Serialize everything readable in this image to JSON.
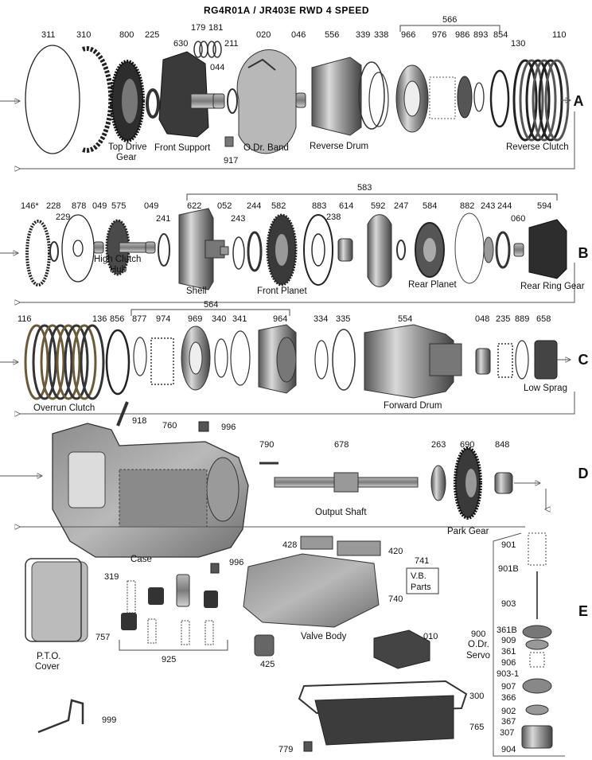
{
  "title": "RG4R01A / JR403E  RWD  4 SPEED",
  "rows": [
    "A",
    "B",
    "C",
    "D",
    "E"
  ],
  "row_a": {
    "numbers": [
      "311",
      "310",
      "800",
      "225",
      "630",
      "179",
      "181",
      "211",
      "044",
      "020",
      "046",
      "556",
      "339",
      "338",
      "966",
      "976",
      "986",
      "893",
      "854",
      "130",
      "110",
      "917",
      "566"
    ],
    "names": [
      "Top Drive",
      "Gear",
      "Front Support",
      "O.Dr. Band",
      "Reverse Drum",
      "Reverse Clutch"
    ]
  },
  "row_b": {
    "numbers": [
      "146*",
      "228",
      "229",
      "878",
      "049",
      "575",
      "049",
      "241",
      "622",
      "052",
      "243",
      "244",
      "582",
      "883",
      "238",
      "614",
      "592",
      "247",
      "584",
      "882",
      "243",
      "244",
      "060",
      "594",
      "583"
    ],
    "names": [
      "High Clutch",
      "Hub",
      "Shell",
      "Front Planet",
      "Rear Planet",
      "Rear Ring Gear"
    ]
  },
  "row_c": {
    "numbers": [
      "116",
      "136",
      "856",
      "877",
      "974",
      "969",
      "340",
      "341",
      "964",
      "334",
      "335",
      "554",
      "048",
      "235",
      "889",
      "658",
      "564"
    ],
    "names": [
      "Overrun Clutch",
      "Forward Drum",
      "Low Sprag"
    ]
  },
  "row_d": {
    "numbers": [
      "918",
      "760",
      "996",
      "790",
      "678",
      "263",
      "690",
      "848"
    ],
    "names": [
      "Case",
      "Output Shaft",
      "Park Gear"
    ]
  },
  "row_e": {
    "numbers": [
      "428",
      "420",
      "741",
      "996",
      "319",
      "740",
      "757",
      "010",
      "925",
      "425",
      "901",
      "901B",
      "903",
      "361B",
      "909",
      "361",
      "906",
      "903-1",
      "907",
      "366",
      "902",
      "367",
      "307",
      "904",
      "300",
      "765",
      "779",
      "999",
      "900"
    ],
    "names": [
      "V.B.",
      "Parts",
      "Valve Body",
      "P.T.O.",
      "Cover",
      "O.Dr.",
      "Servo"
    ]
  },
  "colors": {
    "line": "#555555",
    "metal_dark": "#3a3a3a",
    "metal_mid": "#8a8a8a",
    "metal_light": "#c8c8c8",
    "friction": "#6b5a3a"
  }
}
